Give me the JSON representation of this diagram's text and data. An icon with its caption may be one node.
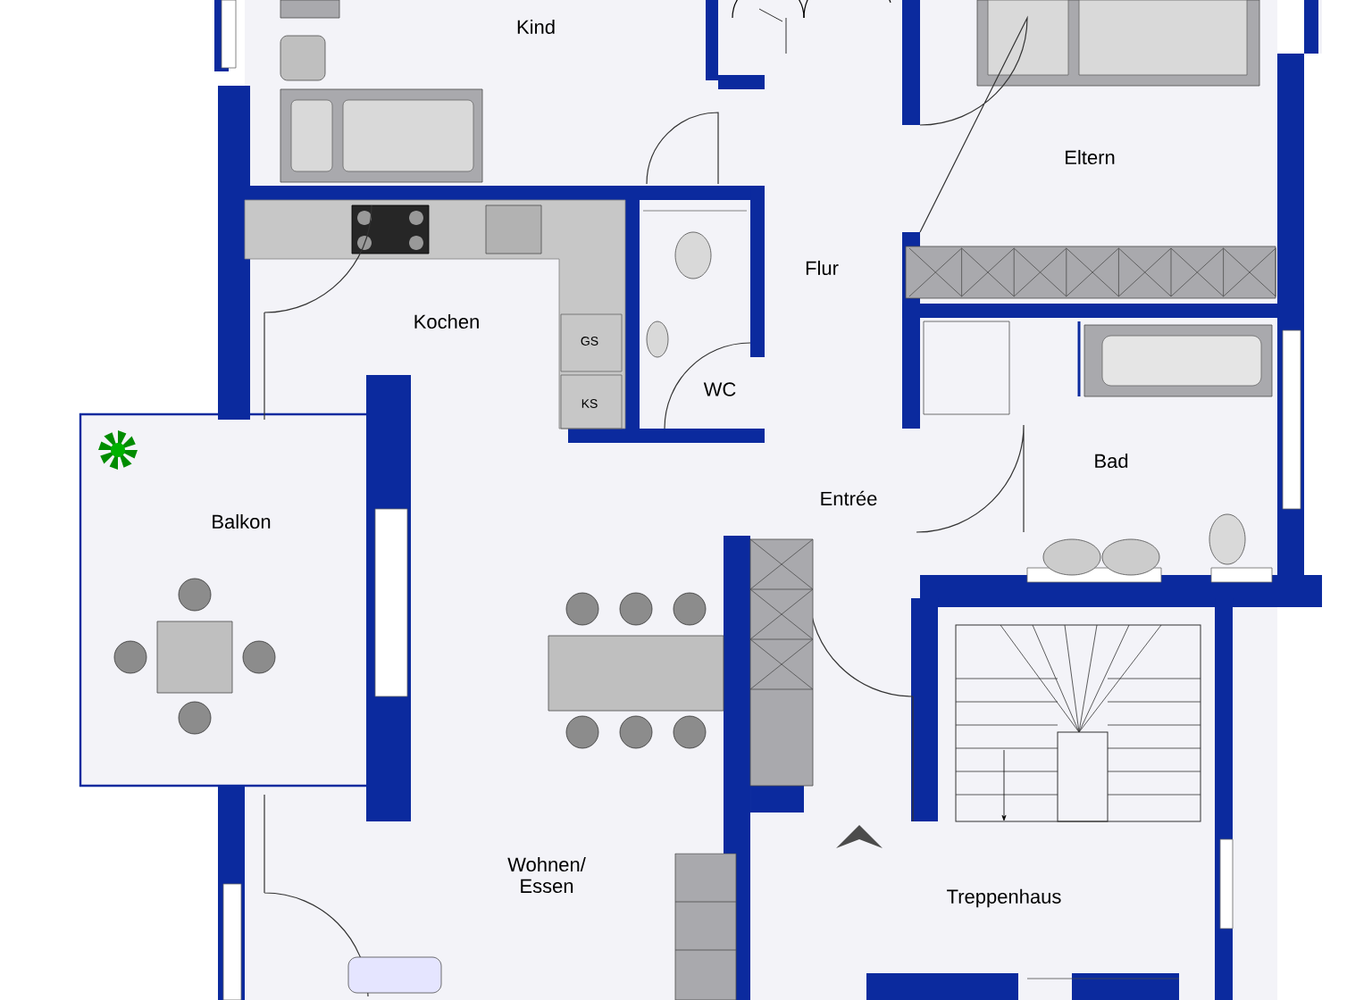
{
  "diagram": {
    "labels": [
      "Kind",
      "Eltern",
      "Kochen",
      "Flur",
      "GS",
      "KS",
      "WC",
      "Bad",
      "Entrée",
      "Balkon",
      "Wohnen/ Essen",
      "Treppenhaus"
    ]
  }
}
